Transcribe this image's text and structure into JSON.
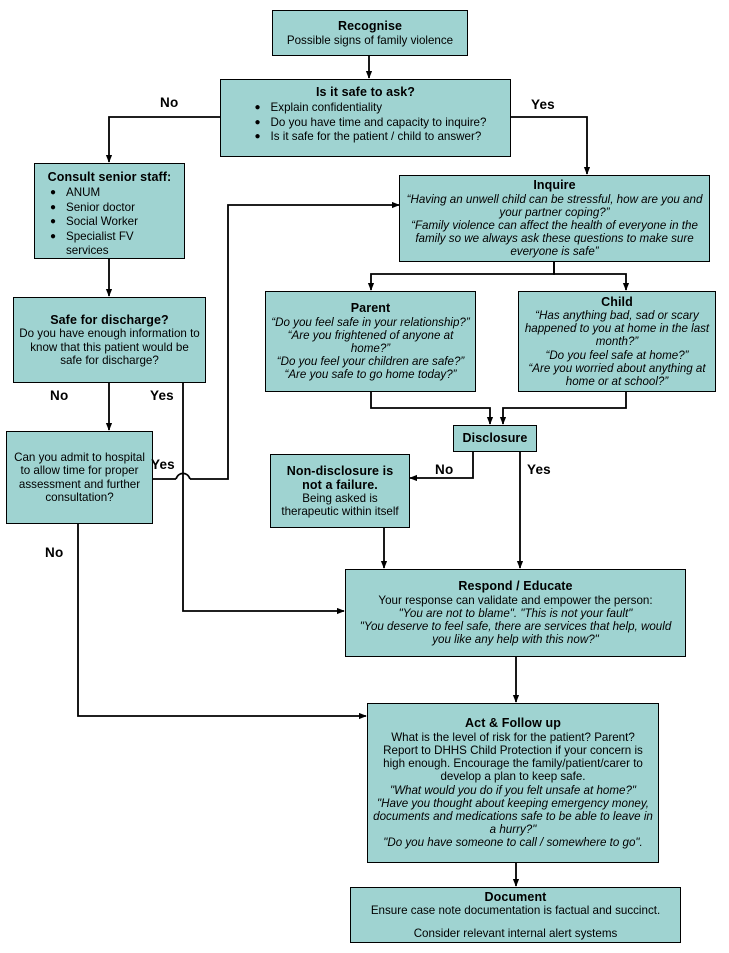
{
  "diagram": {
    "title": "Family violence identification and response flowchart",
    "fill_color": "#9FD3D1",
    "border_color": "#000000",
    "background": "#FFFFFF"
  },
  "nodes": {
    "recognise": {
      "title": "Recognise",
      "line1": "Possible signs of family violence"
    },
    "safe_to_ask": {
      "title": "Is it safe to ask?",
      "bullets": [
        "Explain confidentiality",
        "Do you have time and capacity to inquire?",
        "Is it safe for the patient / child to answer?"
      ]
    },
    "consult": {
      "title": "Consult senior staff:",
      "bullets": [
        "ANUM",
        "Senior doctor",
        "Social Worker",
        "Specialist FV services"
      ]
    },
    "inquire": {
      "title": "Inquire",
      "line1": "“Having an unwell child can be stressful, how are you and your partner coping?”",
      "line2": "“Family violence can affect the health of everyone in the family so we always ask these questions to make sure everyone is safe”"
    },
    "safe_discharge": {
      "title": "Safe for discharge?",
      "line1": "Do you have enough information to know that this patient would be safe for discharge?"
    },
    "admit": {
      "line1": "Can you admit to hospital to allow time for proper assessment and further consultation?"
    },
    "parent": {
      "title": "Parent",
      "line1": "“Do you feel safe in your relationship?”",
      "line2": "“Are you frightened of anyone at home?”",
      "line3": "“Do you feel your children are safe?”",
      "line4": "“Are you safe to go home today?”"
    },
    "child": {
      "title": "Child",
      "line1": "“Has anything bad, sad or scary happened to you at home in the last month?”",
      "line2": "“Do you feel safe at home?”",
      "line3": "“Are you worried about anything at home or at school?”"
    },
    "disclosure": {
      "title": "Disclosure"
    },
    "non_disclosure": {
      "title_line1": "Non-disclosure is",
      "title_line2": "not a failure.",
      "line1": "Being asked is therapeutic within itself"
    },
    "respond": {
      "title": "Respond / Educate",
      "line1": "Your response can validate and empower the person:",
      "line2": "\"You are not to blame\".   \"This is not your fault\"",
      "line3": "\"You deserve to feel safe, there are services that help, would you like any help with this now?\""
    },
    "act": {
      "title": "Act & Follow up",
      "line1": "What is the level of risk for the patient?  Parent?",
      "line2": "Report to DHHS Child Protection if your concern is high enough. Encourage the family/patient/carer to develop a plan to keep safe.",
      "line3": "\"What would you do if you felt unsafe at home?\"",
      "line4": "\"Have you thought about keeping emergency money, documents and medications safe to be able to leave in a hurry?\"",
      "line5": "\"Do you have someone to call / somewhere to go\"."
    },
    "document": {
      "title": "Document",
      "line1": "Ensure case note documentation is factual and succinct.",
      "line2": "Consider relevant internal alert systems"
    }
  },
  "edge_labels": {
    "safe_to_ask_no": "No",
    "safe_to_ask_yes": "Yes",
    "discharge_no": "No",
    "discharge_yes": "Yes",
    "admit_yes": "Yes",
    "admit_no": "No",
    "disclosure_no": "No",
    "disclosure_yes": "Yes"
  }
}
